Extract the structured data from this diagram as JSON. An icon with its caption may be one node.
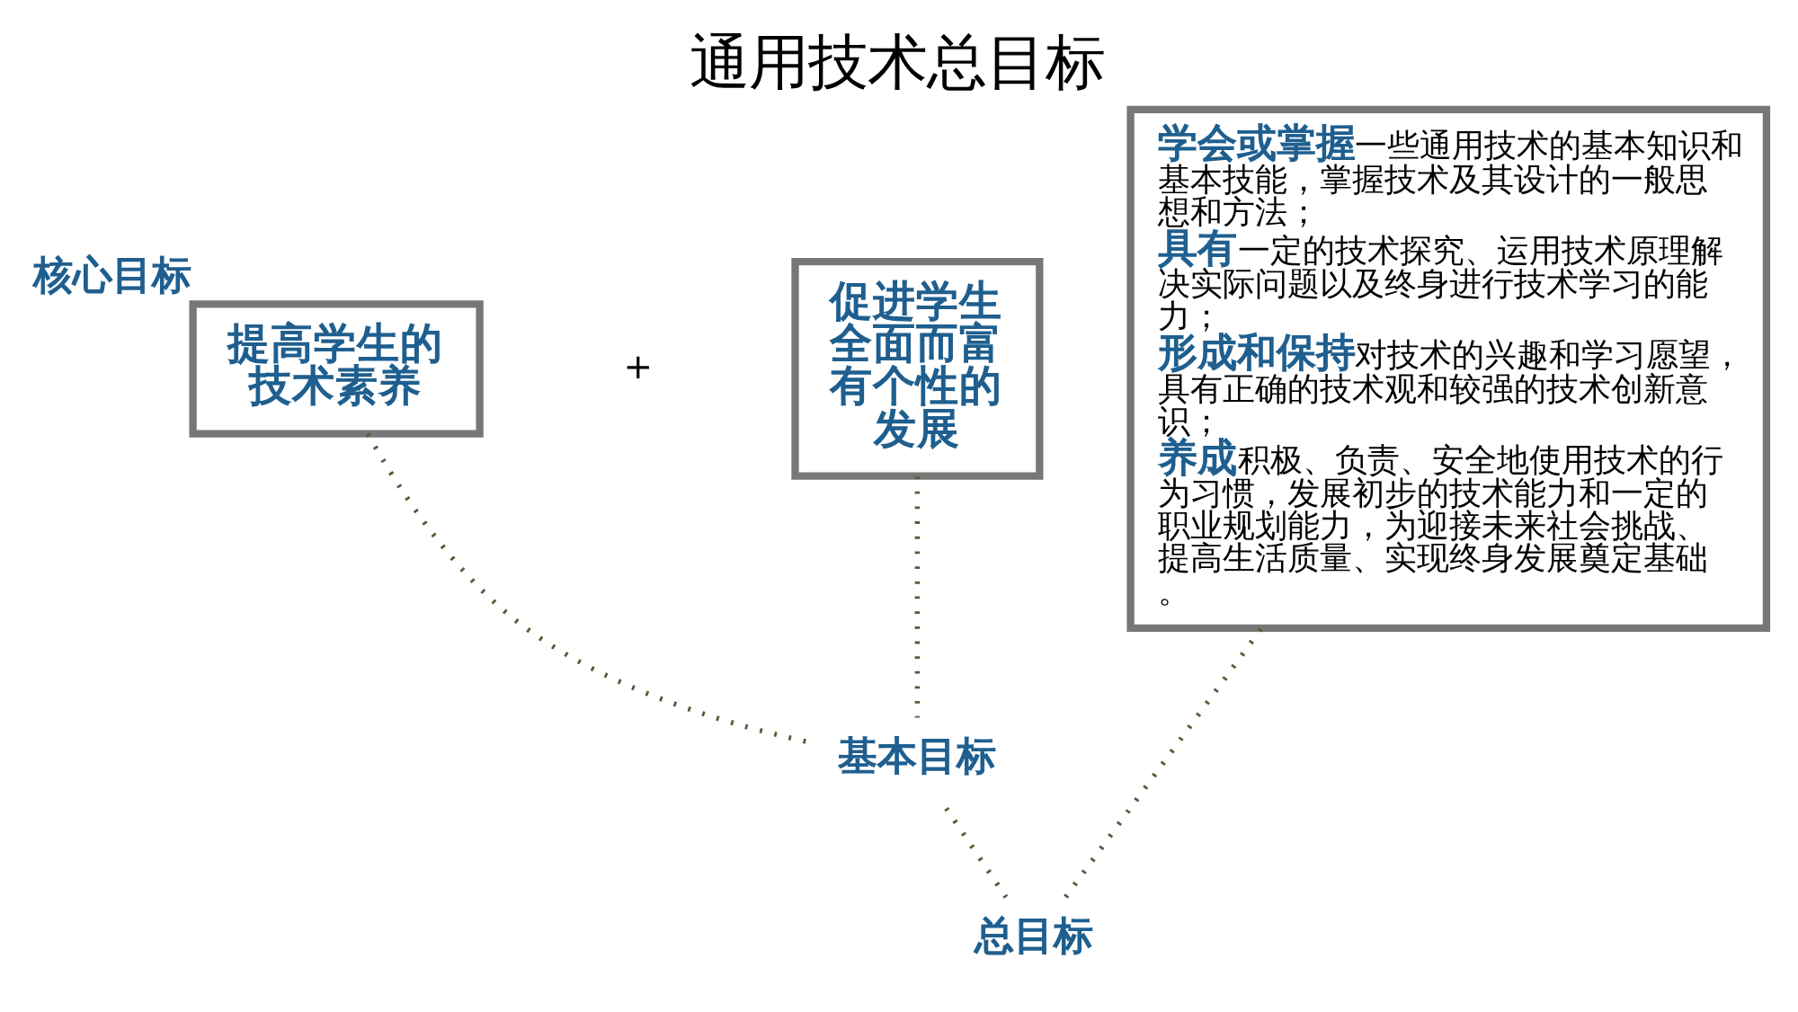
{
  "diagram": {
    "title": "通用技术总目标",
    "nodes": [
      {
        "text": [
          "提高学生的技术素养"
        ],
        "beside": [
          "核心目标"
        ]
      },
      {
        "text": [
          "促进学生全面而富有个性的发展"
        ]
      },
      {
        "text": [
          "基本目标"
        ]
      },
      {
        "text": [
          "**学会或掌握**一些通用技术的基本知识和基本技能，掌握技术及其设计的一般思想和方法；",
          "**具有**一定的技术探究、运用技术原理解决实际问题以及终身进行技术学习的能力；",
          "**形成和保持**对技术的兴趣和学习愿望，具有正确的技术观和较强的技术创新意识；",
          "**养成**积极、负责、安全地使用技术的行为习惯，发展初步的技术能力和一定的职业规划能力，为迎接未来社会挑战、提高生活质量、实现终身发展奠定基础。"
        ]
      },
      {
        "text": [
          "总目标"
        ]
      }
    ],
    "edges": [
      {
        "from": 0,
        "to": 2,
        "arrow": "none"
      },
      {
        "from": 1,
        "to": 2,
        "arrow": "none"
      },
      {
        "from": 2,
        "to": 4,
        "arrow": "none"
      },
      {
        "from": 3,
        "to": 4,
        "arrow": "none"
      }
    ],
    "labels": [
      "+"
    ]
  }
}
